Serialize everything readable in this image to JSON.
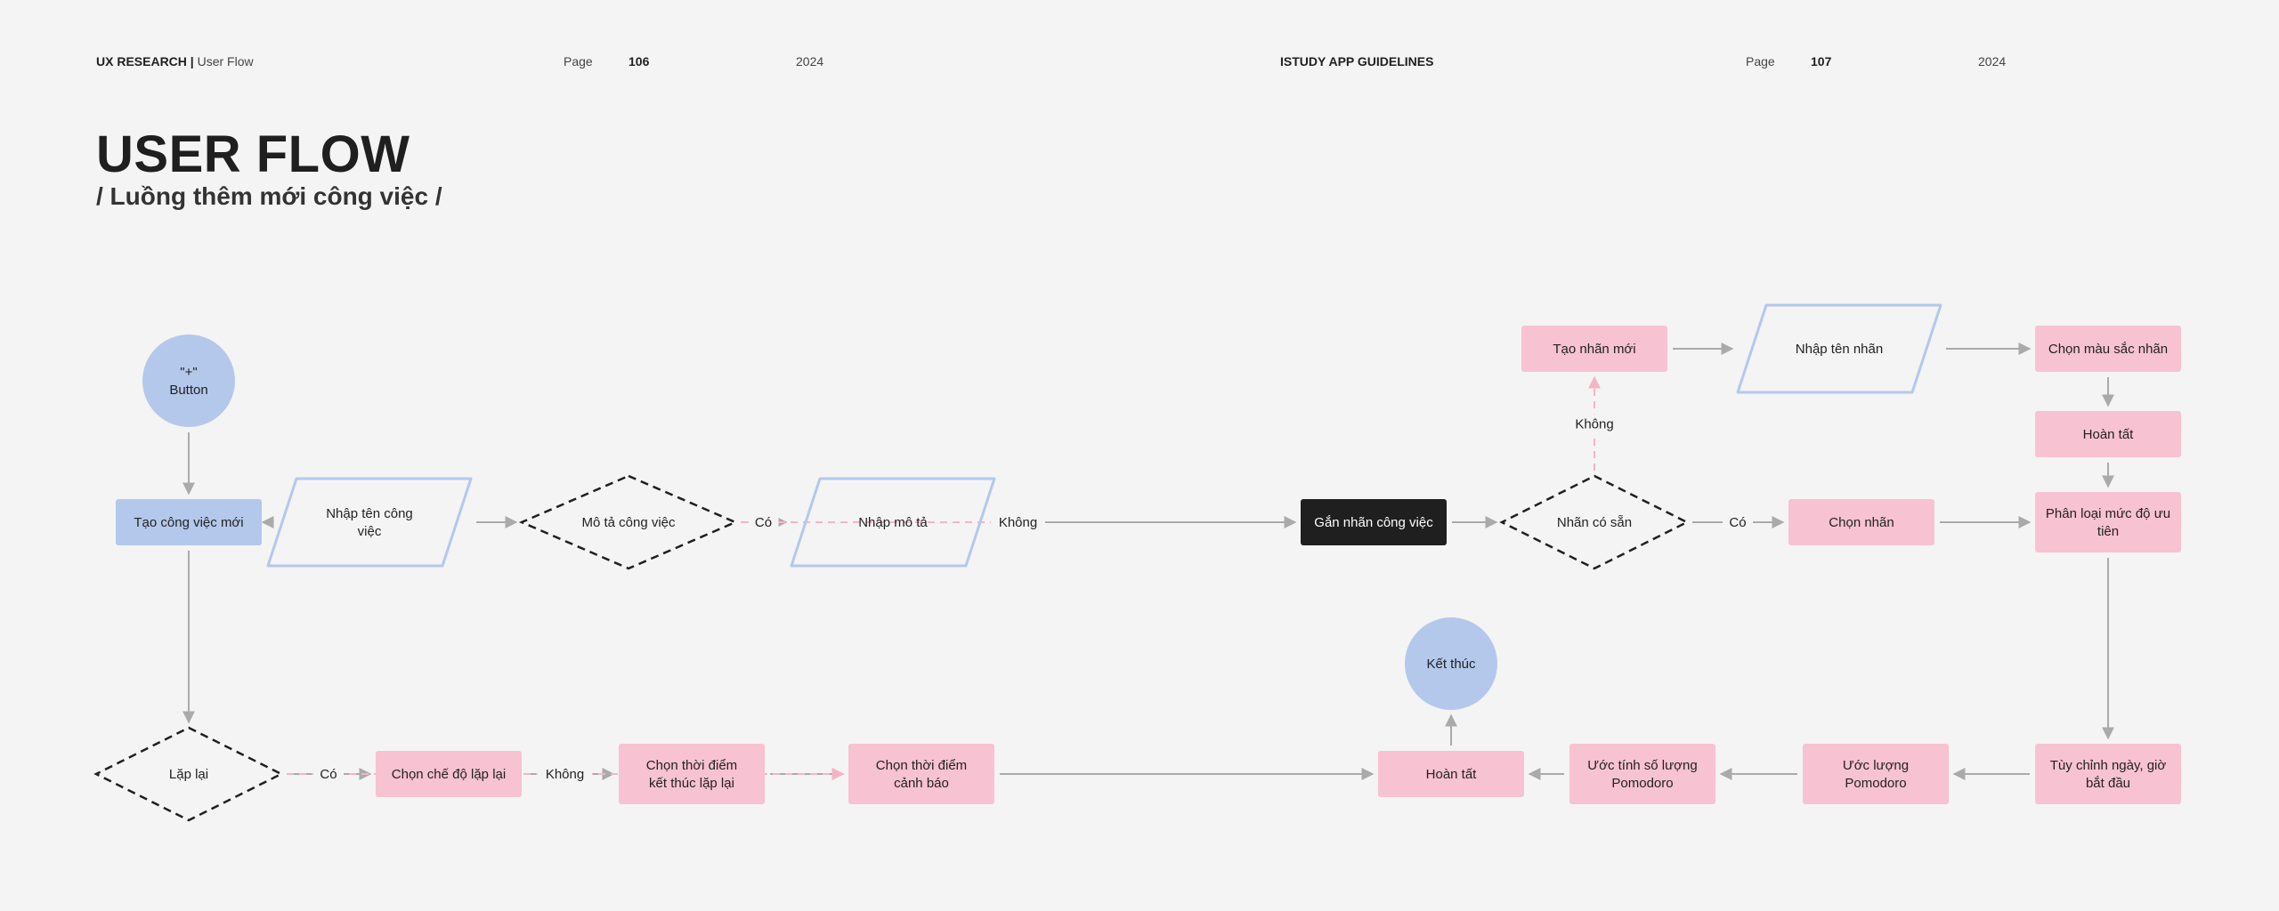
{
  "header": {
    "left_section": "UX RESEARCH |",
    "left_sub": "User Flow",
    "page_word_1": "Page",
    "page_num_1": "106",
    "year_1": "2024",
    "center_title": "ISTUDY APP GUIDELINES",
    "page_word_2": "Page",
    "page_num_2": "107",
    "year_2": "2024"
  },
  "title": "USER FLOW",
  "subtitle": "/ Luồng thêm mới công việc /",
  "colors": {
    "background": "#f4f4f4",
    "terminal": "#b4c8ec",
    "process_blue": "#b4c8ec",
    "process_pink": "#f7c2d2",
    "process_dark": "#1f1f1f",
    "input_border": "#b4c8ec",
    "edge": "#aaaaaa",
    "edge_no": "#f5b4c6"
  },
  "nodes": [
    {
      "id": "start",
      "type": "terminal",
      "lines": [
        "\"+\"",
        "Button"
      ]
    },
    {
      "id": "tao-cong-viec-moi",
      "type": "process-blue",
      "lines": [
        "Tạo công việc mới"
      ]
    },
    {
      "id": "nhap-ten-cong-viec",
      "type": "input",
      "lines": [
        "Nhập tên công",
        "việc"
      ]
    },
    {
      "id": "mo-ta-cong-viec",
      "type": "decision",
      "lines": [
        "Mô tả công việc"
      ]
    },
    {
      "id": "nhap-mo-ta",
      "type": "input",
      "lines": [
        "Nhập mô tả"
      ]
    },
    {
      "id": "gan-nhan-cong-viec",
      "type": "process-dark",
      "lines": [
        "Gắn nhãn công việc"
      ]
    },
    {
      "id": "nhan-co-san",
      "type": "decision",
      "lines": [
        "Nhãn có sẵn"
      ]
    },
    {
      "id": "chon-nhan",
      "type": "process",
      "lines": [
        "Chọn nhãn"
      ]
    },
    {
      "id": "tao-nhan-moi",
      "type": "process",
      "lines": [
        "Tạo nhãn mới"
      ]
    },
    {
      "id": "nhap-ten-nhan",
      "type": "input",
      "lines": [
        "Nhập tên nhãn"
      ]
    },
    {
      "id": "chon-mau-sac-nhan",
      "type": "process",
      "lines": [
        "Chọn màu sắc nhãn"
      ]
    },
    {
      "id": "hoan-tat-nhan",
      "type": "process",
      "lines": [
        "Hoàn tất"
      ]
    },
    {
      "id": "phan-loai-muc-do",
      "type": "process",
      "lines": [
        "Phân loại mức độ ưu",
        "tiên"
      ]
    },
    {
      "id": "tuy-chinh-ngay-gio",
      "type": "process",
      "lines": [
        "Tùy chỉnh ngày, giờ",
        "bắt đầu"
      ]
    },
    {
      "id": "uoc-luong-pomodoro",
      "type": "process",
      "lines": [
        "Ước lượng",
        "Pomodoro"
      ]
    },
    {
      "id": "uoc-tinh-so-luong",
      "type": "process",
      "lines": [
        "Ước tính số lượng",
        "Pomodoro"
      ]
    },
    {
      "id": "hoan-tat",
      "type": "process",
      "lines": [
        "Hoàn tất"
      ]
    },
    {
      "id": "ket-thuc",
      "type": "terminal",
      "lines": [
        "Kết thúc"
      ]
    },
    {
      "id": "lap-lai",
      "type": "decision",
      "lines": [
        "Lặp lại"
      ]
    },
    {
      "id": "chon-che-do-lap-lai",
      "type": "process",
      "lines": [
        "Chọn chế độ lặp lại"
      ]
    },
    {
      "id": "chon-thoi-diem-ket-thuc",
      "type": "process",
      "lines": [
        "Chọn thời điểm",
        "kết thúc lặp lại"
      ]
    },
    {
      "id": "chon-thoi-diem-canh-bao",
      "type": "process",
      "lines": [
        "Chọn thời điểm",
        "cảnh báo"
      ]
    }
  ],
  "edges": [
    {
      "from": "start",
      "to": "tao-cong-viec-moi"
    },
    {
      "from": "tao-cong-viec-moi",
      "to": "nhap-ten-cong-viec"
    },
    {
      "from": "nhap-ten-cong-viec",
      "to": "mo-ta-cong-viec"
    },
    {
      "from": "mo-ta-cong-viec",
      "to": "nhap-mo-ta",
      "label": "Có"
    },
    {
      "from": "mo-ta-cong-viec",
      "to": "gan-nhan-cong-viec",
      "label": "Không",
      "style": "no"
    },
    {
      "from": "nhap-mo-ta",
      "to": "gan-nhan-cong-viec"
    },
    {
      "from": "gan-nhan-cong-viec",
      "to": "nhan-co-san"
    },
    {
      "from": "nhan-co-san",
      "to": "chon-nhan",
      "label": "Có"
    },
    {
      "from": "nhan-co-san",
      "to": "tao-nhan-moi",
      "label": "Không",
      "style": "no"
    },
    {
      "from": "tao-nhan-moi",
      "to": "nhap-ten-nhan"
    },
    {
      "from": "nhap-ten-nhan",
      "to": "chon-mau-sac-nhan"
    },
    {
      "from": "chon-mau-sac-nhan",
      "to": "hoan-tat-nhan"
    },
    {
      "from": "hoan-tat-nhan",
      "to": "phan-loai-muc-do"
    },
    {
      "from": "chon-nhan",
      "to": "phan-loai-muc-do"
    },
    {
      "from": "phan-loai-muc-do",
      "to": "tuy-chinh-ngay-gio"
    },
    {
      "from": "tuy-chinh-ngay-gio",
      "to": "uoc-luong-pomodoro"
    },
    {
      "from": "uoc-luong-pomodoro",
      "to": "uoc-tinh-so-luong"
    },
    {
      "from": "uoc-tinh-so-luong",
      "to": "hoan-tat"
    },
    {
      "from": "hoan-tat",
      "to": "ket-thuc"
    },
    {
      "from": "tao-cong-viec-moi",
      "to": "lap-lai"
    },
    {
      "from": "lap-lai",
      "to": "chon-che-do-lap-lai",
      "label": "Có"
    },
    {
      "from": "chon-che-do-lap-lai",
      "to": "chon-thoi-diem-ket-thuc"
    },
    {
      "from": "chon-thoi-diem-ket-thuc",
      "to": "chon-thoi-diem-canh-bao"
    },
    {
      "from": "lap-lai",
      "to": "chon-thoi-diem-canh-bao",
      "label": "Không",
      "style": "no"
    },
    {
      "from": "chon-thoi-diem-canh-bao",
      "to": "hoan-tat"
    }
  ]
}
